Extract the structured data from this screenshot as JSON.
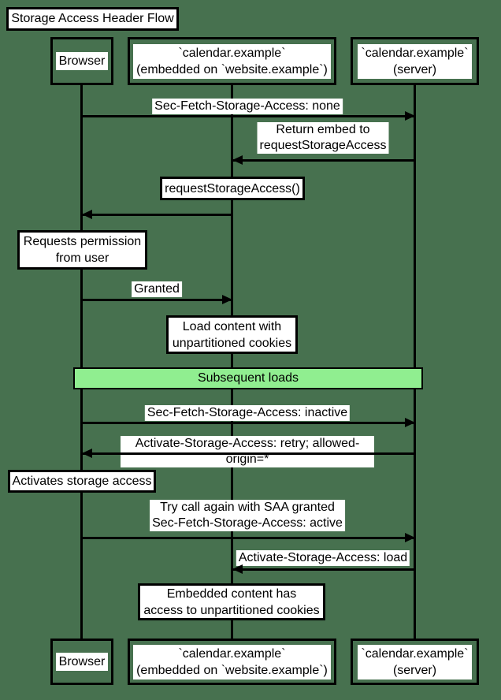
{
  "title": "Storage Access Header Flow",
  "colors": {
    "background": "#47714F",
    "band": "#90EE90",
    "ink": "#000000",
    "paper": "#FFFFFF"
  },
  "participants": {
    "browser": {
      "label": "Browser"
    },
    "embedded": {
      "line1": "`calendar.example`",
      "line2": "(embedded on `website.example`)"
    },
    "server": {
      "line1": "`calendar.example`",
      "line2": "(server)"
    }
  },
  "band": {
    "label": "Subsequent loads"
  },
  "messages": {
    "sec_fetch_none": {
      "label": "Sec-Fetch-Storage-Access: none",
      "from": "browser",
      "to": "server"
    },
    "return_embed": {
      "line1": "Return embed to",
      "line2": "requestStorageAccess",
      "from": "server",
      "to": "embedded"
    },
    "request_saa_call": {
      "from": "embedded",
      "to": "browser"
    },
    "granted": {
      "label": "Granted",
      "from": "browser",
      "to": "embedded"
    },
    "sec_fetch_inactive": {
      "label": "Sec-Fetch-Storage-Access: inactive",
      "from": "browser",
      "to": "server"
    },
    "activate_retry": {
      "label": "Activate-Storage-Access: retry; allowed-origin=*",
      "from": "server",
      "to": "browser"
    },
    "try_again": {
      "line1": "Try call again with SAA granted",
      "line2": "Sec-Fetch-Storage-Access: active",
      "from": "browser",
      "to": "server"
    },
    "activate_load": {
      "label": "Activate-Storage-Access: load",
      "from": "server",
      "to": "embedded"
    }
  },
  "notes": {
    "request_storage_access": {
      "label": "requestStorageAccess()"
    },
    "requests_permission": {
      "line1": "Requests permission",
      "line2": "from user"
    },
    "load_content": {
      "line1": "Load content with",
      "line2": "unpartitioned cookies"
    },
    "activates_storage": {
      "label": "Activates storage access"
    },
    "embedded_content": {
      "line1": "Embedded content has",
      "line2": "access to unpartitioned cookies"
    }
  }
}
